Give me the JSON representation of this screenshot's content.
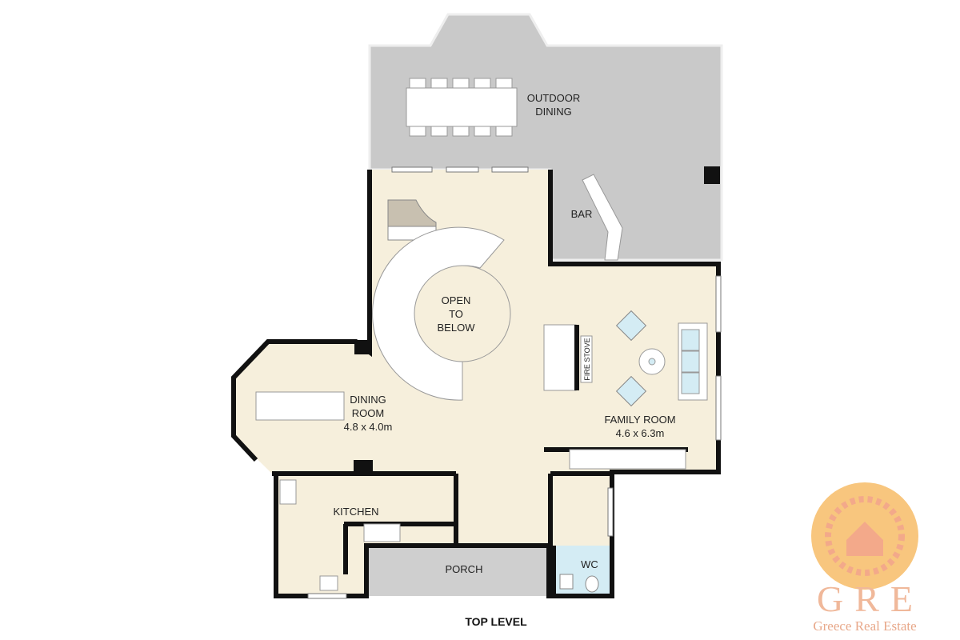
{
  "plan": {
    "level_title": "TOP LEVEL",
    "rooms": {
      "outdoor_dining": [
        "OUTDOOR",
        "DINING"
      ],
      "bar": "BAR",
      "open_to_below": [
        "OPEN",
        "TO",
        "BELOW"
      ],
      "dining_room": {
        "name": "DINING",
        "name2": "ROOM",
        "size": "4.8 x 4.0m"
      },
      "family_room": {
        "name": "FAMILY ROOM",
        "size": "4.6 x 6.3m"
      },
      "kitchen": "KITCHEN",
      "porch": "PORCH",
      "wc": "WC"
    },
    "fixtures": {
      "fire_stove": "FIRE STOVE"
    }
  },
  "logo": {
    "initials": "GRE",
    "name": "Greece Real Estate"
  },
  "colors": {
    "floor": "#f6efdc",
    "outdoor": "#c9c9c9",
    "wc": "#d4ecf4",
    "wall": "#111111",
    "logo": "#f6c07a"
  }
}
